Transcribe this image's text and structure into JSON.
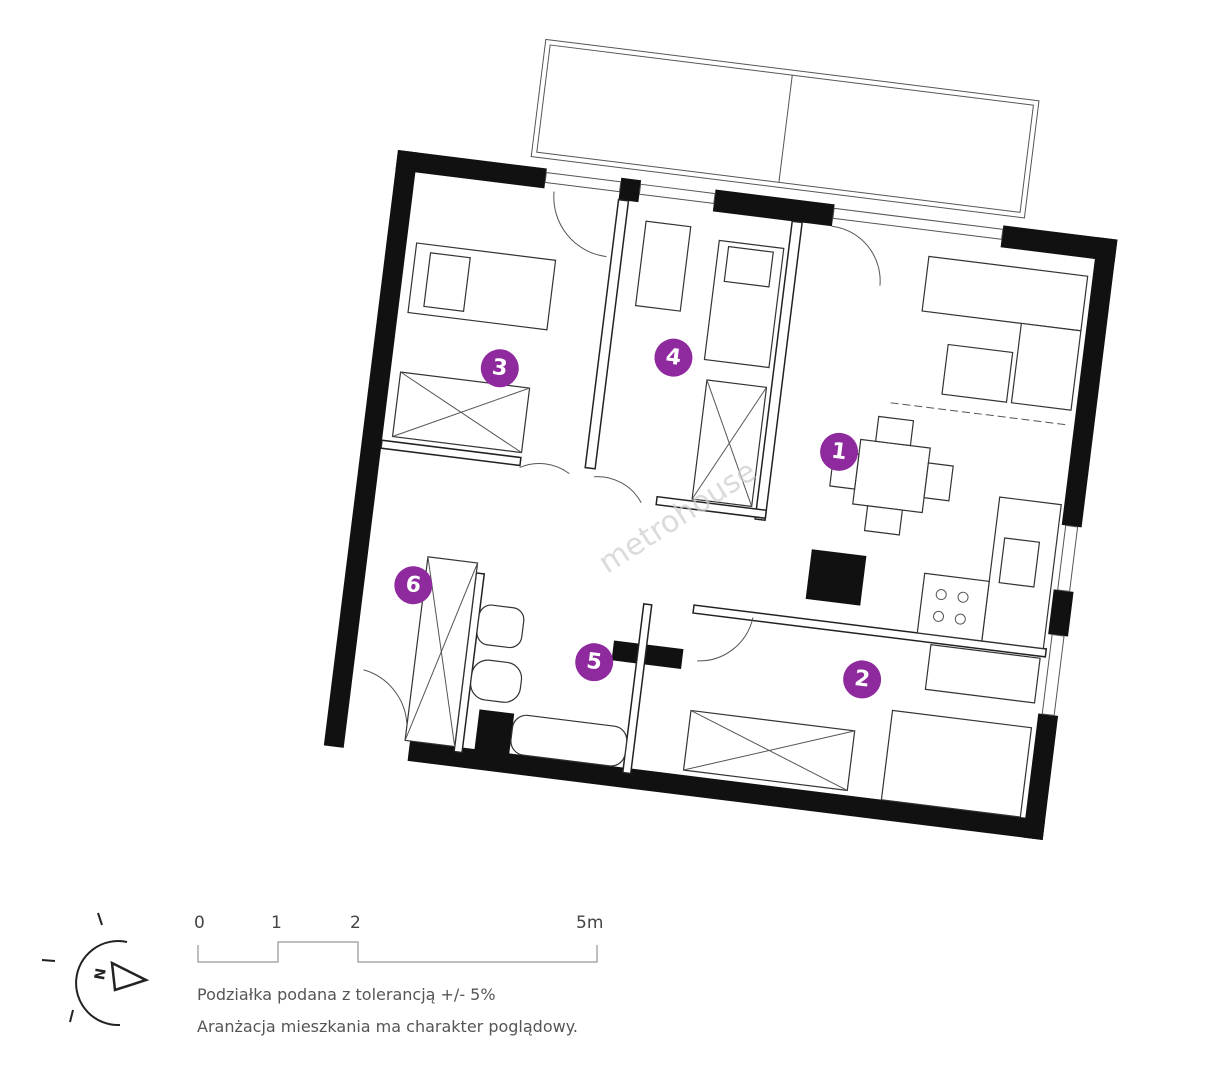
{
  "rooms": [
    {
      "number": "1",
      "label": "room-1"
    },
    {
      "number": "2",
      "label": "room-2"
    },
    {
      "number": "3",
      "label": "room-3"
    },
    {
      "number": "4",
      "label": "room-4"
    },
    {
      "number": "5",
      "label": "room-5"
    },
    {
      "number": "6",
      "label": "room-6"
    }
  ],
  "badge_color": "#8e2a9e",
  "watermark": "metrohouse",
  "scale": {
    "ticks": [
      "0",
      "1",
      "2",
      "5m"
    ]
  },
  "notes": [
    "Podziałka podana z tolerancją +/- 5%",
    "Aranżacja mieszkania ma charakter poglądowy."
  ],
  "compass": {
    "letter": "N"
  }
}
